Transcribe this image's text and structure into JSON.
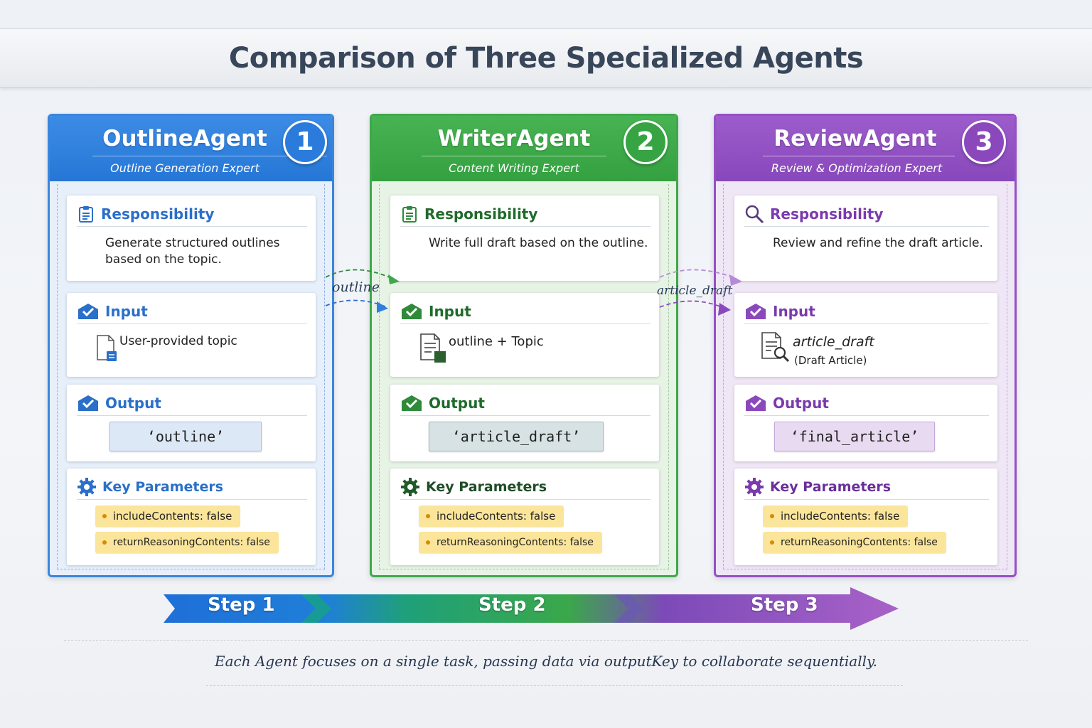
{
  "title": "Comparison of Three Specialized Agents",
  "agents": [
    {
      "name": "OutlineAgent",
      "subtitle": "Outline Generation Expert",
      "number": "1",
      "color": "#2f7fe0",
      "responsibility": {
        "title": "Responsibility",
        "text": "Generate structured outlines based on the topic."
      },
      "input": {
        "title": "Input",
        "text": "User-provided topic",
        "subtext": ""
      },
      "output": {
        "title": "Output",
        "value": "‘outline’"
      },
      "params": {
        "title": "Key Parameters",
        "items": [
          "includeContents: false",
          "returnReasoningContents: false"
        ]
      }
    },
    {
      "name": "WriterAgent",
      "subtitle": "Content Writing Expert",
      "number": "2",
      "color": "#3ea84a",
      "responsibility": {
        "title": "Responsibility",
        "text": "Write full draft based on the outline."
      },
      "input": {
        "title": "Input",
        "text": "outline + Topic",
        "subtext": ""
      },
      "output": {
        "title": "Output",
        "value": "‘article_draft’"
      },
      "params": {
        "title": "Key Parameters",
        "items": [
          "includeContents: false",
          "returnReasoningContents: false"
        ]
      }
    },
    {
      "name": "ReviewAgent",
      "subtitle": "Review & Optimization Expert",
      "number": "3",
      "color": "#9550c4",
      "responsibility": {
        "title": "Responsibility",
        "text": "Review and refine the draft article."
      },
      "input": {
        "title": "Input",
        "text": "article_draft",
        "subtext": "(Draft Article)"
      },
      "output": {
        "title": "Output",
        "value": "‘final_article’"
      },
      "params": {
        "title": "Key Parameters",
        "items": [
          "includeContents: false",
          "returnReasoningContents: false"
        ]
      }
    }
  ],
  "flows": [
    "outline",
    "article_draft"
  ],
  "steps": [
    "Step 1",
    "Step 2",
    "Step 3"
  ],
  "footer": "Each Agent focuses on a single task, passing data via outputKey to collaborate sequentially."
}
